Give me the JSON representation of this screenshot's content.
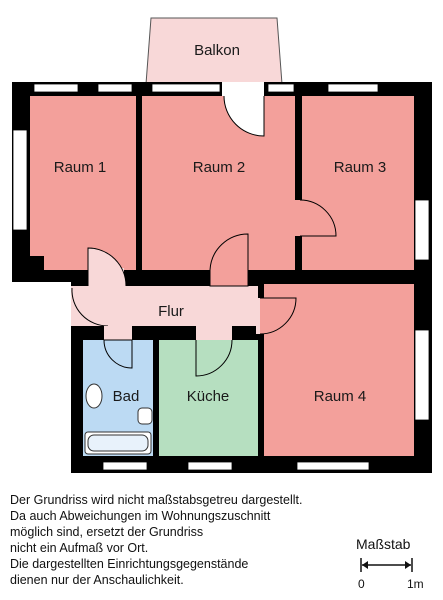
{
  "rooms": {
    "balcony": "Balkon",
    "room1": "Raum 1",
    "room2": "Raum 2",
    "room3": "Raum 3",
    "hallway": "Flur",
    "bath": "Bad",
    "kitchen": "Küche",
    "room4": "Raum 4"
  },
  "colors": {
    "room": "#f3a09b",
    "hallway": "#f8d8d8",
    "balcony": "#f8d8d8",
    "bath": "#bcdaf3",
    "kitchen": "#b6dfc0",
    "wall": "#000000"
  },
  "disclaimer": {
    "lines": [
      "Der Grundriss wird nicht maßstabsgetreu dargestellt.",
      "Da auch Abweichungen im Wohnungszuschnitt",
      "möglich sind, ersetzt der Grundriss",
      "nicht ein Aufmaß vor Ort.",
      "Die dargestellten Einrichtungsgegenstände",
      "dienen nur der Anschaulichkeit."
    ]
  },
  "scale": {
    "title": "Maßstab",
    "start": "0",
    "end": "1m"
  }
}
